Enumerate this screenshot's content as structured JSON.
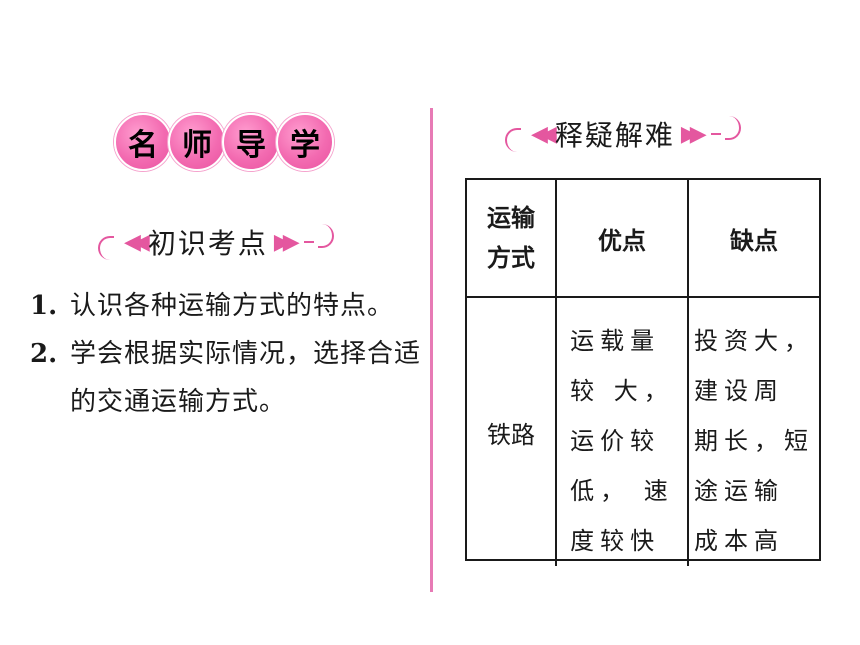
{
  "left": {
    "badge": [
      "名",
      "师",
      "导",
      "学"
    ],
    "section_title": "初识考点",
    "objectives": [
      {
        "num": "1.",
        "text": "认识各种运输方式的特点。"
      },
      {
        "num": "2.",
        "text": "学会根据实际情况，选择合适的交通运输方式。"
      }
    ]
  },
  "right": {
    "section_title": "释疑解难",
    "table": {
      "headers": {
        "mode_line1": "运输",
        "mode_line2": "方式",
        "advantages": "优点",
        "disadvantages": "缺点"
      },
      "rows": [
        {
          "mode": "铁路",
          "advantages": [
            "运载量",
            "较 大，",
            "运价较",
            "低， 速",
            "度较快"
          ],
          "disadvantages": [
            "投资大，",
            "建设周",
            "期长，短",
            "途运输",
            "成本高"
          ]
        }
      ]
    }
  },
  "colors": {
    "accent_pink": "#e4579f",
    "badge_pink": "#f36bb1"
  }
}
